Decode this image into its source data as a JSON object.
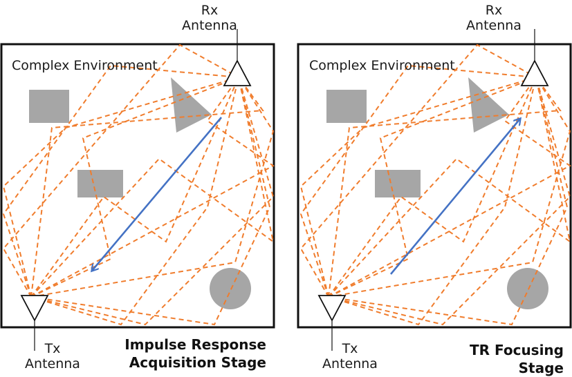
{
  "colors": {
    "frame": "#111111",
    "rays": "#f07c2c",
    "arrow": "#4472c4",
    "obstacle": "#a6a6a6",
    "text": "#1a1a1a"
  },
  "panels": [
    {
      "environment_label": "Complex Environment",
      "rx_label_line1": "Rx",
      "rx_label_line2": "Antenna",
      "tx_label_line1": "Tx",
      "tx_label_line2": "Antenna",
      "stage_line1": "Impulse Response",
      "stage_line2": "Acquisition Stage",
      "arrow_direction": "rx-to-tx"
    },
    {
      "environment_label": "Complex Environment",
      "rx_label_line1": "Rx",
      "rx_label_line2": "Antenna",
      "tx_label_line1": "Tx",
      "tx_label_line2": "Antenna",
      "stage_line1": "TR Focusing",
      "stage_line2": "Stage",
      "arrow_direction": "tx-to-rx"
    }
  ],
  "icons": [
    "antenna-icon",
    "rectangle-obstacle",
    "triangle-obstacle",
    "circle-obstacle"
  ]
}
